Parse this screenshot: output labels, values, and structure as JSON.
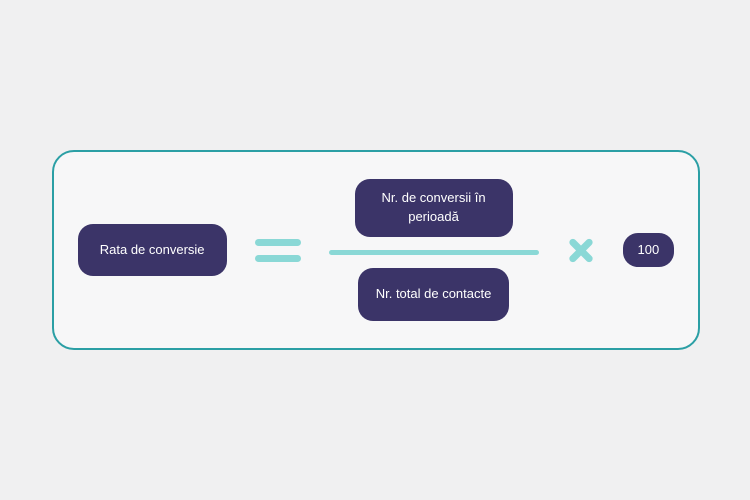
{
  "diagram": {
    "result_label": "Rata de conversie",
    "equals_symbol": "=",
    "numerator_label": "Nr. de conversii în perioadă",
    "denominator_label": "Nr. total de contacte",
    "multiply_symbol": "×",
    "multiplier_value": "100"
  },
  "colors": {
    "dark_purple": "#3b3468",
    "teal_border": "#2b9fa5",
    "light_teal": "#8ad8d6",
    "background": "#f0f0f1",
    "card_background": "#f7f7f8",
    "text_on_purple": "#ffffff"
  }
}
